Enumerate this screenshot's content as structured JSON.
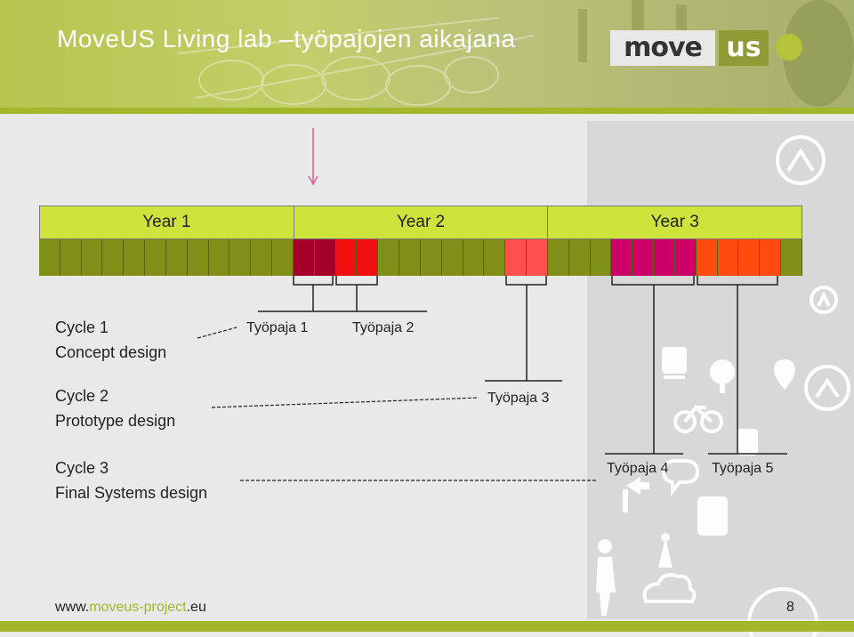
{
  "title": "MoveUS Living lab –työpajojen aikajana",
  "logo": {
    "part1": "move",
    "part2": "us"
  },
  "years": [
    "Year 1",
    "Year 2",
    "Year 3"
  ],
  "months": {
    "count": 36,
    "base_color": "#808f17",
    "highlights": [
      {
        "index": 12,
        "color": "#a5002a"
      },
      {
        "index": 13,
        "color": "#a5002a"
      },
      {
        "index": 14,
        "color": "#f01010"
      },
      {
        "index": 15,
        "color": "#f01010"
      },
      {
        "index": 22,
        "color": "#ff5050"
      },
      {
        "index": 23,
        "color": "#ff5050"
      },
      {
        "index": 27,
        "color": "#cc0066"
      },
      {
        "index": 28,
        "color": "#cc0066"
      },
      {
        "index": 29,
        "color": "#cc0066"
      },
      {
        "index": 30,
        "color": "#cc0066"
      },
      {
        "index": 31,
        "color": "#ff4a10"
      },
      {
        "index": 32,
        "color": "#ff4a10"
      },
      {
        "index": 33,
        "color": "#ff4a10"
      },
      {
        "index": 34,
        "color": "#ff4a10"
      }
    ]
  },
  "cycles": [
    {
      "line1": "Cycle 1",
      "line2": "Concept design"
    },
    {
      "line1": "Cycle 2",
      "line2": "Prototype design"
    },
    {
      "line1": "Cycle 3",
      "line2": "Final Systems design"
    }
  ],
  "workshops": [
    "Työpaja 1",
    "Työpaja 2",
    "Työpaja 3",
    "Työpaja 4",
    "Työpaja 5"
  ],
  "footer": {
    "url_prefix": "www.",
    "url_highlight": "moveus-project",
    "url_suffix": ".eu",
    "page": "8"
  },
  "colors": {
    "accent": "#a3b72b",
    "year_band": "#cfe33d",
    "marker_arrow": "#e05a9a"
  },
  "icons": [
    "train-icon",
    "tree-icon",
    "location-pin-icon",
    "bicycle-icon",
    "scooter-icon",
    "directions-icon",
    "chat-icon",
    "bus-icon",
    "antenna-icon",
    "cloud-icon",
    "pedestrian-icon",
    "arrow-circle-icon"
  ]
}
